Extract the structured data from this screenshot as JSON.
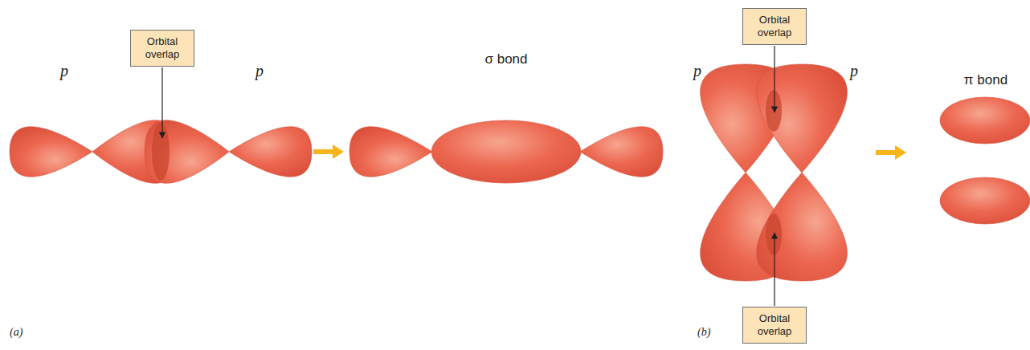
{
  "diagram": {
    "nodes": [
      {
        "text": [
          "Orbital overlap"
        ]
      },
      {
        "text": [
          "Orbital overlap"
        ]
      },
      {
        "text": [
          "Orbital overlap"
        ]
      }
    ],
    "labels": [
      "p",
      "p",
      "σ bond",
      "(a)",
      "p",
      "p",
      "π bond",
      "(b)"
    ]
  }
}
